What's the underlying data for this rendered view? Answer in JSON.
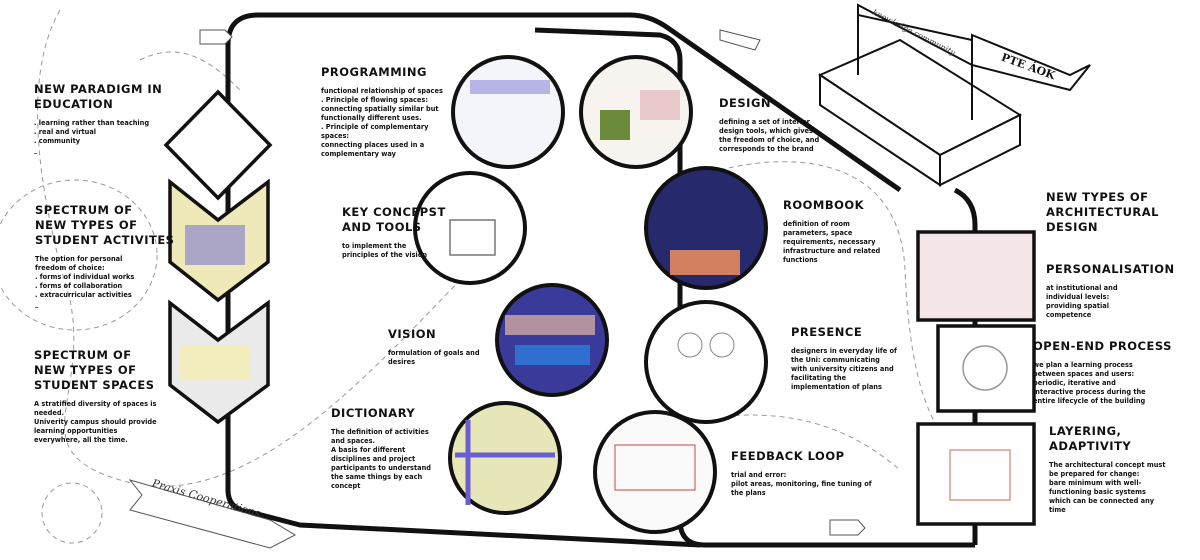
{
  "left": [
    {
      "title": "NEW PARADIGM IN\nEDUCATION",
      "text": ". learning rather than teaching\n. real and virtual\n. community\n_"
    },
    {
      "title": "SPECTRUM OF\nNEW TYPES OF\nSTUDENT ACTIVITES",
      "text": "The option for personal\nfreedom of choice:\n. forms of individual works\n. forms of collaboration\n. extracurricular activities\n_"
    },
    {
      "title": "SPECTRUM OF\nNEW TYPES OF\nSTUDENT SPACES",
      "text": "A stratified diversity of spaces is\nneeded.\nUniverity campus should provide\nlearning opportunities\neverywhere, all the time."
    }
  ],
  "center_left": [
    {
      "title": "PROGRAMMING",
      "text": "functional relationship of spaces\n. Principle of flowing spaces:\nconnecting spatially similar but\nfunctionally different uses.\n. Principle of complementary\nspaces:\nconnecting places used in a\ncomplementary way"
    },
    {
      "title": "KEY CONCEPST\nAND TOOLS",
      "text": "to implement the\nprinciples of the vision"
    },
    {
      "title": "VISION",
      "text": "formulation of goals and\ndesires"
    },
    {
      "title": "DICTIONARY",
      "text": "The definition of activities\nand spaces.\nA basis for different\ndisciplines and project\nparticipants to understand\nthe same things by each\nconcept"
    }
  ],
  "center_right": [
    {
      "title": "DESIGN",
      "text": "defining a set of interior\ndesign tools, which gives\nthe freedom of choice, and\ncorresponds to the brand"
    },
    {
      "title": "ROOMBOOK",
      "text": "definition of room\nparameters, space\nrequirements, necessary\ninfrastructure and related\nfunctions"
    },
    {
      "title": "PRESENCE",
      "text": "designers in everyday life of\nthe Uni: communicating\nwith university citizens and\nfacilitating the\nimplementation of plans"
    },
    {
      "title": "FEEDBACK LOOP",
      "text": "trial and error:\npilot areas, monitoring, fine tuning of\nthe plans"
    }
  ],
  "right": {
    "heading": "NEW TYPES OF\nARCHITECTURAL\nDESIGN",
    "items": [
      {
        "title": "PERSONALISATION",
        "text": "at institutional and\nindividual levels:\nproviding spatial\ncompetence"
      },
      {
        "title": "OPEN-END PROCESS",
        "text": "we plan a learning process\nbetween spaces and users:\nperiodic, iterative and\ninteractive process during the\nentire lifecycle of the building"
      },
      {
        "title": "LAYERING,\nADAPTIVITY",
        "text": "The architectural concept must\nbe prepared for change:\nbare minimum with well-\nfunctioning basic systems\nwhich can be connected any\ntime"
      }
    ]
  },
  "signs": {
    "praxis": "Praxis Cooperations",
    "banner": "knowledge community",
    "flag": "PTE ÁOK"
  },
  "colors": {
    "ink": "#111111",
    "accent_blue": "#4a46c8",
    "cream": "#f1ecc9",
    "pink": "#e9c9c9"
  }
}
